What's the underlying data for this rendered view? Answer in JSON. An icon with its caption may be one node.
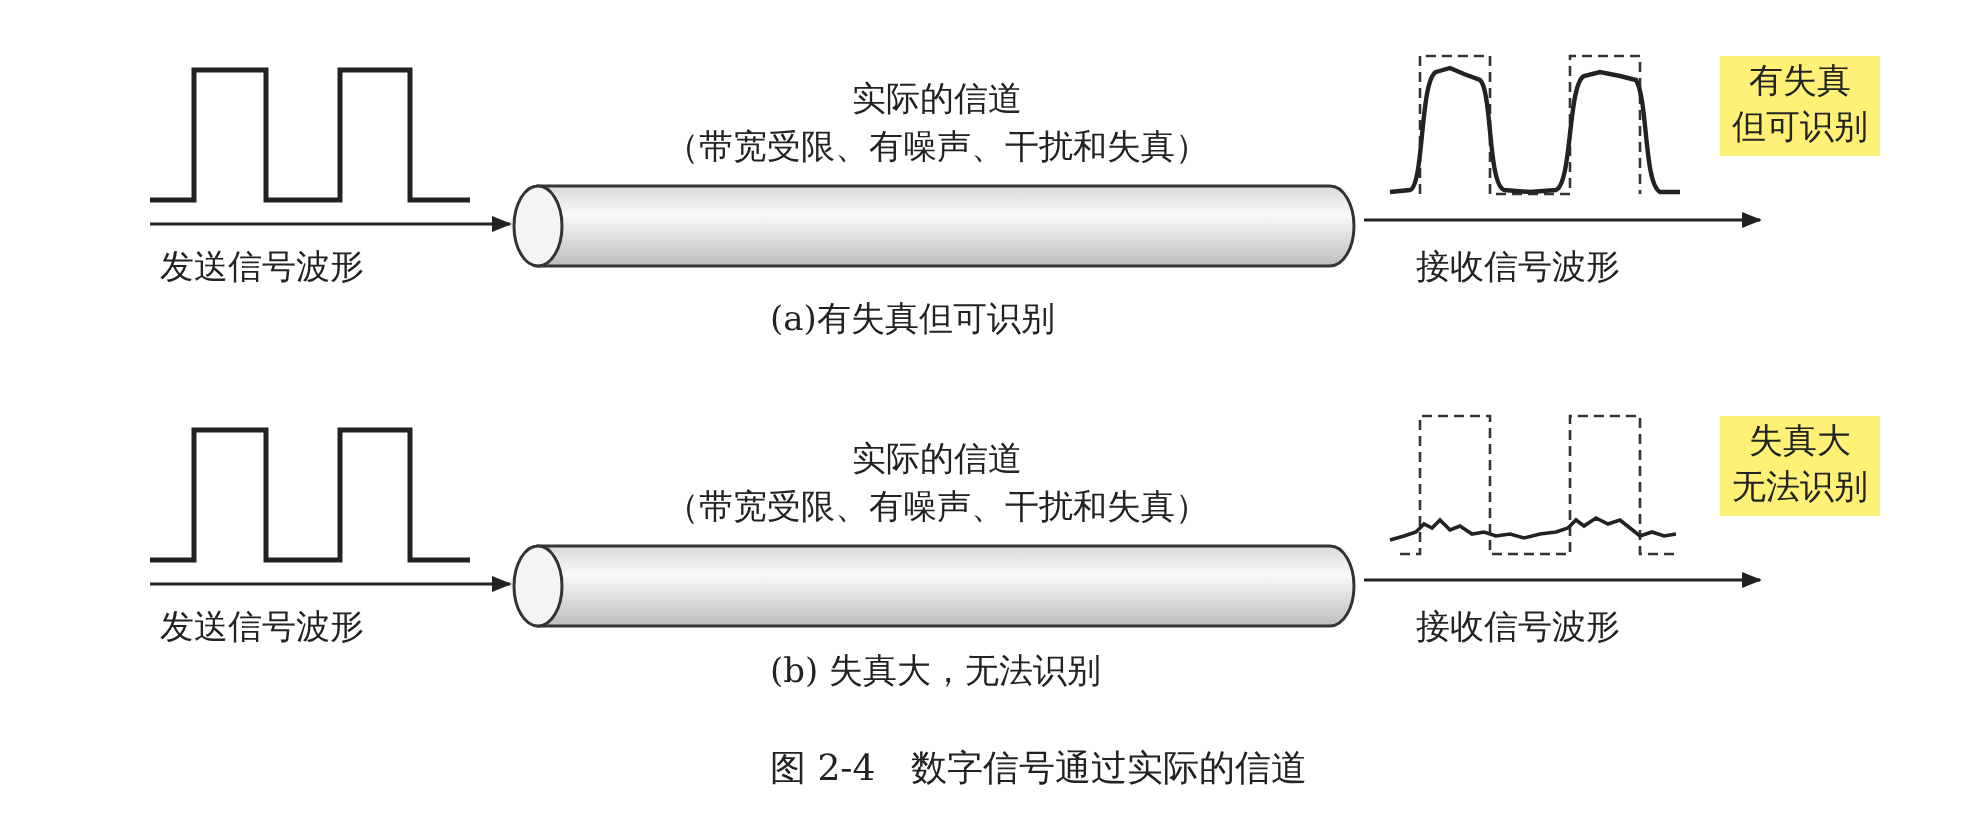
{
  "diagram": {
    "caption": "图 2-4　数字信号通过实际的信道",
    "nodes": [
      {
        "text": [
          "实际的信道",
          "（带宽受限、有噪声、干扰和失真）"
        ]
      },
      {
        "text": [
          "实际的信道",
          "（带宽受限、有噪声、干扰和失真）"
        ]
      }
    ],
    "edges": [
      {
        "from": null,
        "to": 0,
        "arrow": "to"
      },
      {
        "from": 0,
        "to": null,
        "arrow": "to"
      },
      {
        "from": null,
        "to": 1,
        "arrow": "to"
      },
      {
        "from": 1,
        "to": null,
        "arrow": "to"
      }
    ],
    "labels": [
      "有失真但可识别",
      "发送信号波形",
      "接收信号波形",
      "(a)有失真但可识别",
      "失真大无法识别",
      "发送信号波形",
      "接收信号波形",
      "(b) 失真大，无法识别"
    ]
  }
}
